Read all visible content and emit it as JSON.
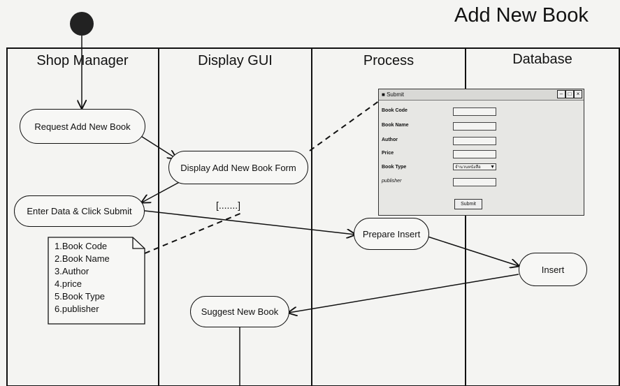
{
  "title": "Add New Book",
  "lanes": [
    "Shop Manager",
    "Display GUI",
    "Process",
    "Database"
  ],
  "nodes": {
    "request": "Request Add  New Book",
    "display_form": "Display Add New Book Form",
    "enter_data": "Enter Data & Click Submit",
    "prepare_insert": "Prepare Insert",
    "insert": "Insert",
    "suggest": "Suggest New Book"
  },
  "bracket_text": "[.......]",
  "note_items": [
    "1.Book Code",
    "2.Book Name",
    "3.Author",
    "4.price",
    "5.Book Type",
    "6.publisher"
  ],
  "form_window": {
    "title": "Submit",
    "fields": [
      "Book Code",
      "Book Name",
      "Author",
      "Price",
      "Book Type",
      "publisher"
    ],
    "select_value": "จำนวนหนังสือ",
    "submit_label": "Submit"
  }
}
